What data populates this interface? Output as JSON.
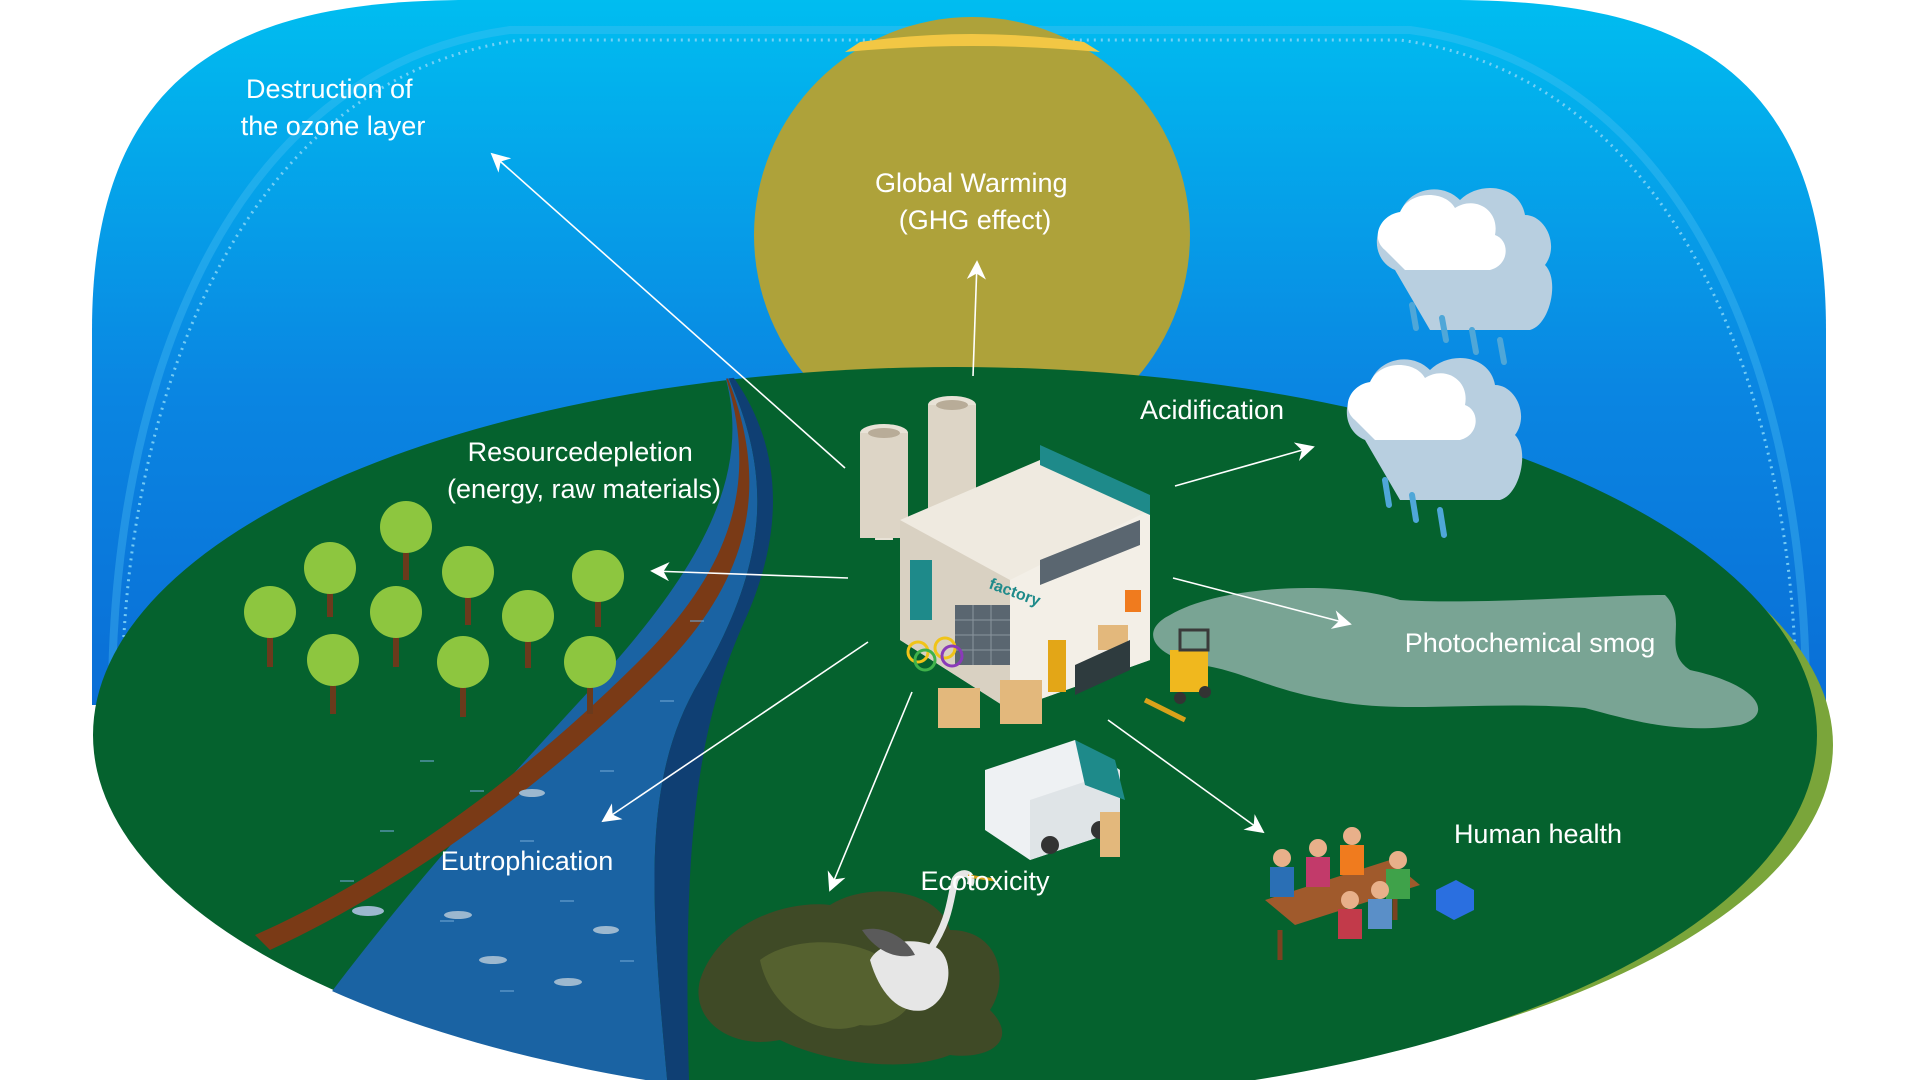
{
  "colors": {
    "sky_top": "#00b8ee",
    "sky_bottom": "#0a6fd8",
    "dome_dots": "#8fd8f7",
    "sun": "#aea23a",
    "sun_rim": "#f2c744",
    "ground": "#05622e",
    "ground_rim": "#7aa53a",
    "river": "#1a63a3",
    "river_bank": "#7a3a16",
    "smog": "#7fa89a",
    "oil": "#3f4a26",
    "tree_canopy": "#8dc63f",
    "tree_trunk": "#6b3a1c",
    "cloud": "#ffffff",
    "rain": "#4fa7d8",
    "label": "#ffffff"
  },
  "center": {
    "icon": "factory-icon",
    "sign": "factory"
  },
  "impacts": [
    {
      "id": "ozone",
      "lines": [
        "Destruction of",
        "the ozone layer"
      ]
    },
    {
      "id": "global-warming",
      "lines": [
        "Global Warming",
        "(GHG effect)"
      ]
    },
    {
      "id": "acidification",
      "lines": [
        "Acidification"
      ]
    },
    {
      "id": "resource-depletion",
      "lines": [
        "Resourcedepletion",
        "(energy, raw materials)"
      ]
    },
    {
      "id": "photochemical-smog",
      "lines": [
        "Photochemical smog"
      ]
    },
    {
      "id": "eutrophication",
      "lines": [
        "Eutrophication"
      ]
    },
    {
      "id": "ecotoxicity",
      "lines": [
        "Ecotoxicity"
      ]
    },
    {
      "id": "human-health",
      "lines": [
        "Human health"
      ]
    }
  ],
  "illustrations": [
    "sun-icon",
    "rain-cloud-icon",
    "tree-icon",
    "river-icon",
    "fish-icon",
    "smog-cloud-icon",
    "oil-spill-icon",
    "heron-icon",
    "truck-icon",
    "forklift-icon",
    "pallet-icon",
    "bicycle-icon",
    "picnic-table-icon",
    "cooler-icon"
  ]
}
